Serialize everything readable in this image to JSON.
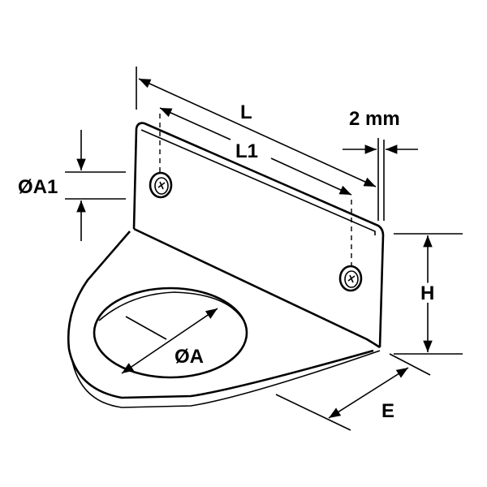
{
  "diagram": {
    "labels": {
      "length": "L",
      "hole_spacing": "L1",
      "thickness": "2 mm",
      "screw_hole_diameter": "ØA1",
      "height": "H",
      "ring_diameter": "ØA",
      "depth": "E"
    }
  }
}
